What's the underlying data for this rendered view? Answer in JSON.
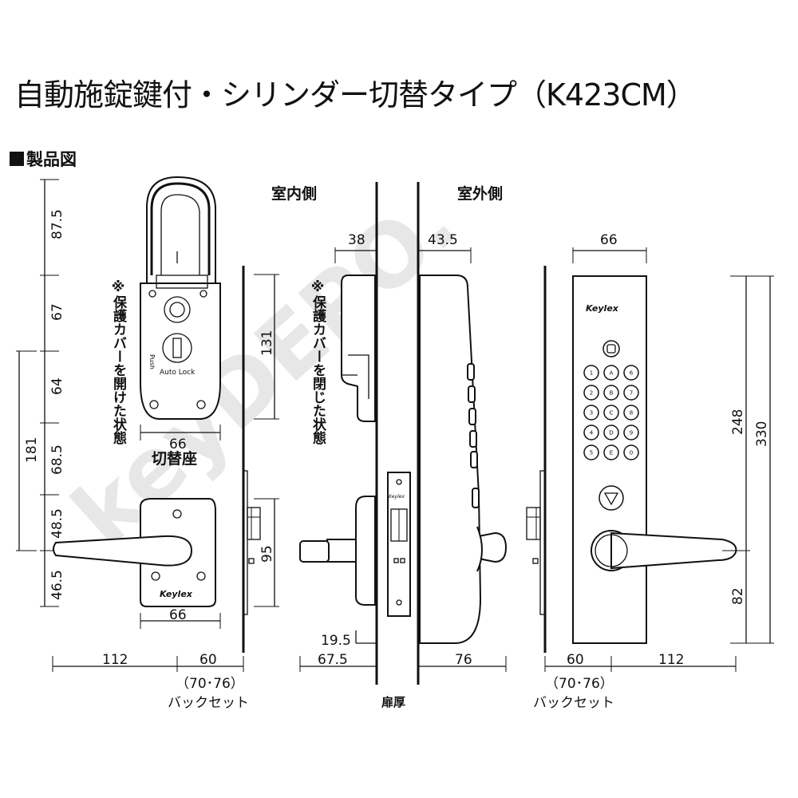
{
  "title": "自動施錠鍵付・シリンダー切替タイプ（K423CM）",
  "section_heading": "製品図",
  "views": {
    "indoor": "室内側",
    "outdoor": "室外側"
  },
  "notes": {
    "cover_open": "※保護カバーを開けた状態",
    "cover_closed": "※保護カバーを閉じた状態"
  },
  "labels": {
    "switch_base": "切替座",
    "door_thickness": "扉厚",
    "backset_range": "（70･76）",
    "backset": "バックセット",
    "brand": "Keylex",
    "auto_lock": "Auto Lock",
    "push": "Push"
  },
  "dimensions": {
    "left_vertical": [
      "87.5",
      "67",
      "64",
      "68.5",
      "48.5",
      "46.5"
    ],
    "left_total": "181",
    "cover_height": "131",
    "escutcheon_height": "95",
    "cover_width": "66",
    "escutcheon_width": "66",
    "lever_length_left": "112",
    "backset_left": "60",
    "indoor_depth": "38",
    "outdoor_depth": "43.5",
    "indoor_lever_projection": "67.5",
    "outdoor_lever_projection": "76",
    "lower_offset": "19.5",
    "outdoor_width": "66",
    "outdoor_height": "330",
    "keypad_to_lever": "248",
    "lever_to_bottom": "82",
    "backset_right": "60",
    "lever_length_right": "112"
  },
  "keypad": {
    "top_button": "◎",
    "rows": [
      [
        "1",
        "A",
        "6"
      ],
      [
        "2",
        "B",
        "7"
      ],
      [
        "3",
        "C",
        "8"
      ],
      [
        "4",
        "D",
        "9"
      ],
      [
        "5",
        "E",
        "0"
      ]
    ],
    "lock_button": "▽"
  },
  "watermark": "keyDEPO."
}
